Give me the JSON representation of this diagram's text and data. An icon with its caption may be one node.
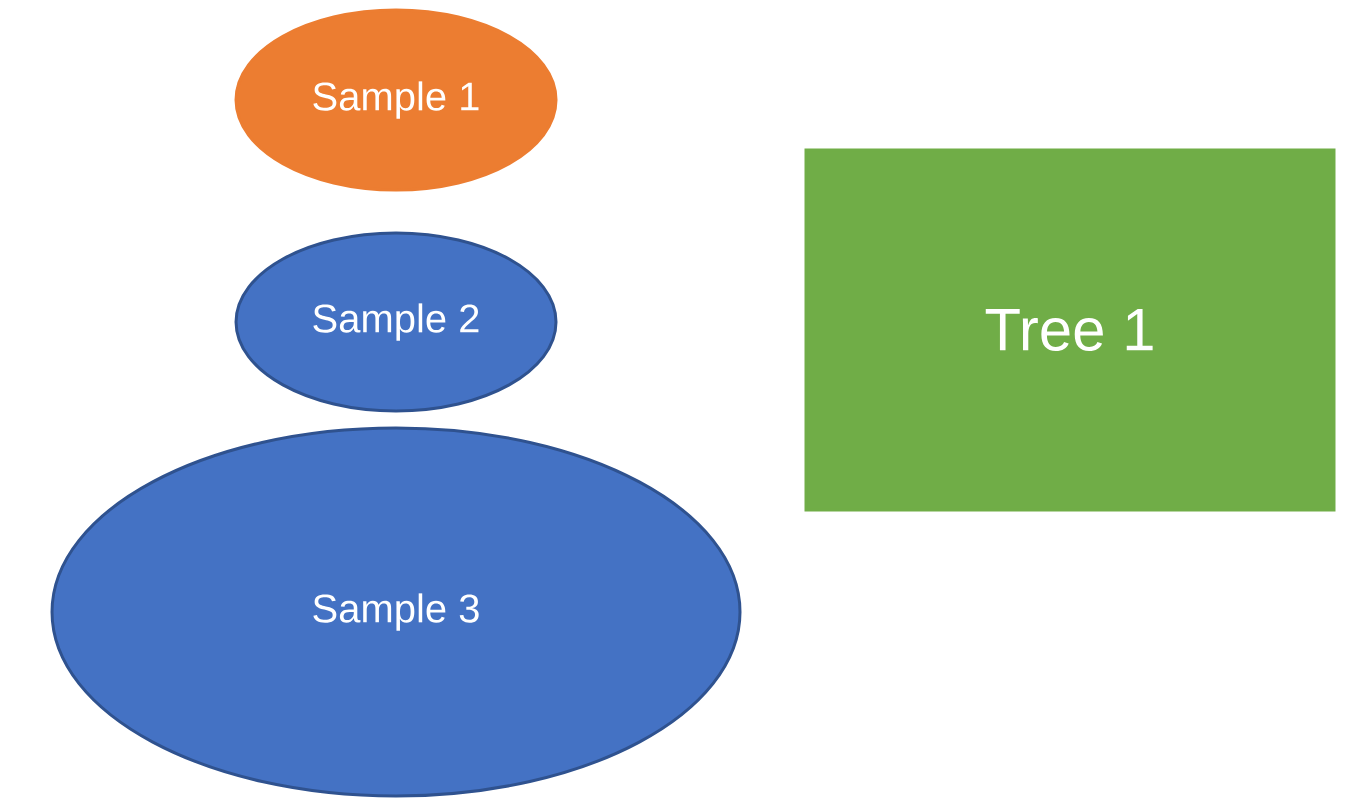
{
  "diagram": {
    "nodes": [
      {
        "text": [
          "Sample 1"
        ]
      },
      {
        "text": [
          "Sample 2"
        ]
      },
      {
        "text": [
          "Sample 3"
        ]
      },
      {
        "text": [
          "Tree 1"
        ]
      }
    ]
  }
}
